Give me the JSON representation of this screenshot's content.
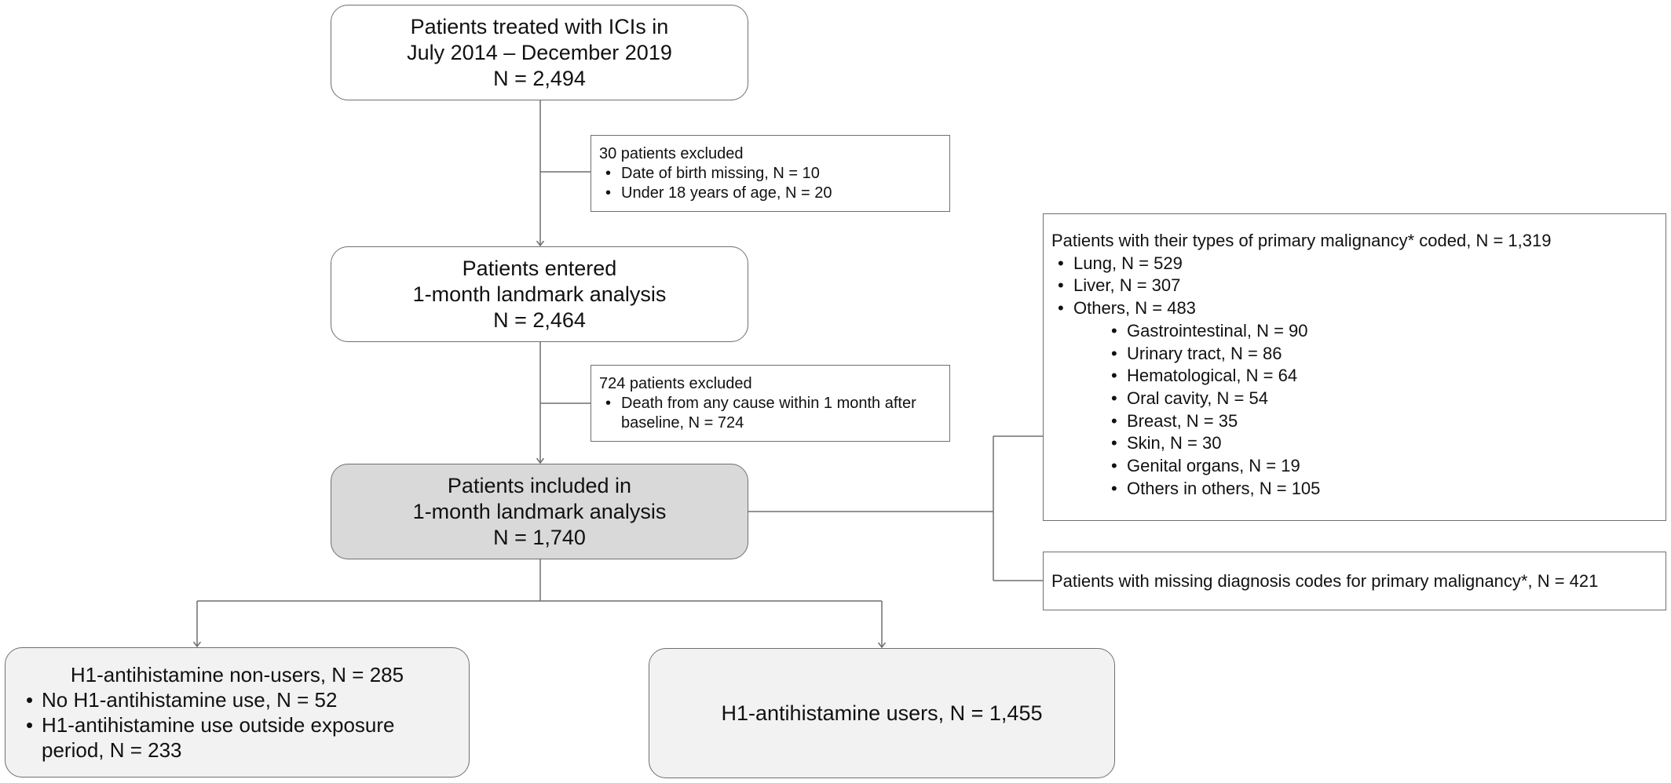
{
  "flowchart": {
    "start_box": {
      "lines": [
        "Patients treated with ICIs in",
        "July 2014 – December 2019",
        "N = 2,494"
      ]
    },
    "exclusion_1": {
      "title": "30 patients excluded",
      "items": [
        "Date of birth missing, N = 10",
        "Under 18 years of age, N = 20"
      ]
    },
    "entered_box": {
      "lines": [
        "Patients entered",
        "1-month landmark analysis",
        "N = 2,464"
      ]
    },
    "exclusion_2": {
      "title": "724 patients excluded",
      "items": [
        "Death from any cause within 1 month after baseline, N = 724"
      ]
    },
    "included_box": {
      "lines": [
        "Patients included in",
        "1-month landmark analysis",
        "N = 1,740"
      ]
    },
    "malignancy_coded": {
      "title": "Patients with their types of primary malignancy* coded, N = 1,319",
      "items": [
        "Lung, N = 529",
        "Liver, N = 307",
        "Others, N = 483"
      ],
      "others_items": [
        "Gastrointestinal, N = 90",
        "Urinary tract, N = 86",
        "Hematological, N = 64",
        "Oral cavity, N = 54",
        "Breast, N = 35",
        "Skin, N = 30",
        "Genital organs, N = 19",
        "Others in others, N = 105"
      ]
    },
    "malignancy_missing": {
      "text": "Patients with missing diagnosis codes for primary malignancy*, N = 421"
    },
    "non_users_box": {
      "title": "H1-antihistamine non-users, N = 285",
      "items": [
        "No H1-antihistamine use, N = 52",
        "H1-antihistamine use outside exposure period, N = 233"
      ]
    },
    "users_box": {
      "text": "H1-antihistamine users, N = 1,455"
    }
  },
  "colors": {
    "line": "#6f6f6f",
    "included_fill": "#d9d9d9",
    "outcome_fill": "#f2f2f2"
  }
}
